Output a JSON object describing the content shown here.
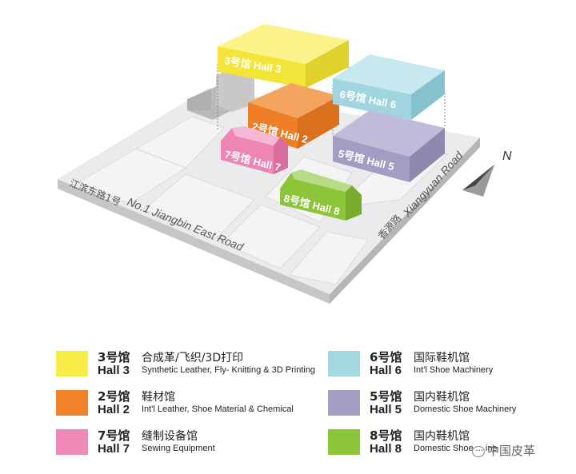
{
  "roads": {
    "south_cn": "江滨东路1号",
    "south_en": "No.1 Jiangbin East Road",
    "east_cn": "香源路",
    "east_en": "Xiangyuan Road"
  },
  "compass": {
    "label": "N"
  },
  "halls": {
    "h3": {
      "label": "3号馆  Hall 3",
      "color": "#f7ec47"
    },
    "h2": {
      "label": "2号馆 Hall 2",
      "color": "#f0832a"
    },
    "h7": {
      "label": "7号馆  Hall 7",
      "color": "#ef89b7"
    },
    "h6": {
      "label": "6号馆  Hall 6",
      "color": "#9fd6df"
    },
    "h5": {
      "label": "5号馆  Hall 5",
      "color": "#a39ec4"
    },
    "h8": {
      "label": "8号馆  Hall 8",
      "color": "#8cc43a"
    }
  },
  "legend": [
    {
      "no": "3号馆",
      "hall": "Hall 3",
      "cn": "合成革/飞织/3D打印",
      "en": "Synthetic Leather, Fly- Knitting & 3D Printing",
      "color": "#f7ec47"
    },
    {
      "no": "6号馆",
      "hall": "Hall 6",
      "cn": "国际鞋机馆",
      "en": "Int'l Shoe Machinery",
      "color": "#a3d8e0"
    },
    {
      "no": "2号馆",
      "hall": "Hall 2",
      "cn": "鞋材馆",
      "en": "Int'l Leather, Shoe Material & Chemical",
      "color": "#f0832a"
    },
    {
      "no": "5号馆",
      "hall": "Hall 5",
      "cn": "国内鞋机馆",
      "en": "Domestic Shoe Machinery",
      "color": "#a39ec4"
    },
    {
      "no": "7号馆",
      "hall": "Hall 7",
      "cn": "缝制设备馆",
      "en": "Sewing Equipment",
      "color": "#ef89b7"
    },
    {
      "no": "8号馆",
      "hall": "Hall 8",
      "cn": "国内鞋机馆",
      "en": "Domestic Shoe ... ine",
      "color": "#8cc43a"
    }
  ],
  "watermark": "中国皮革"
}
